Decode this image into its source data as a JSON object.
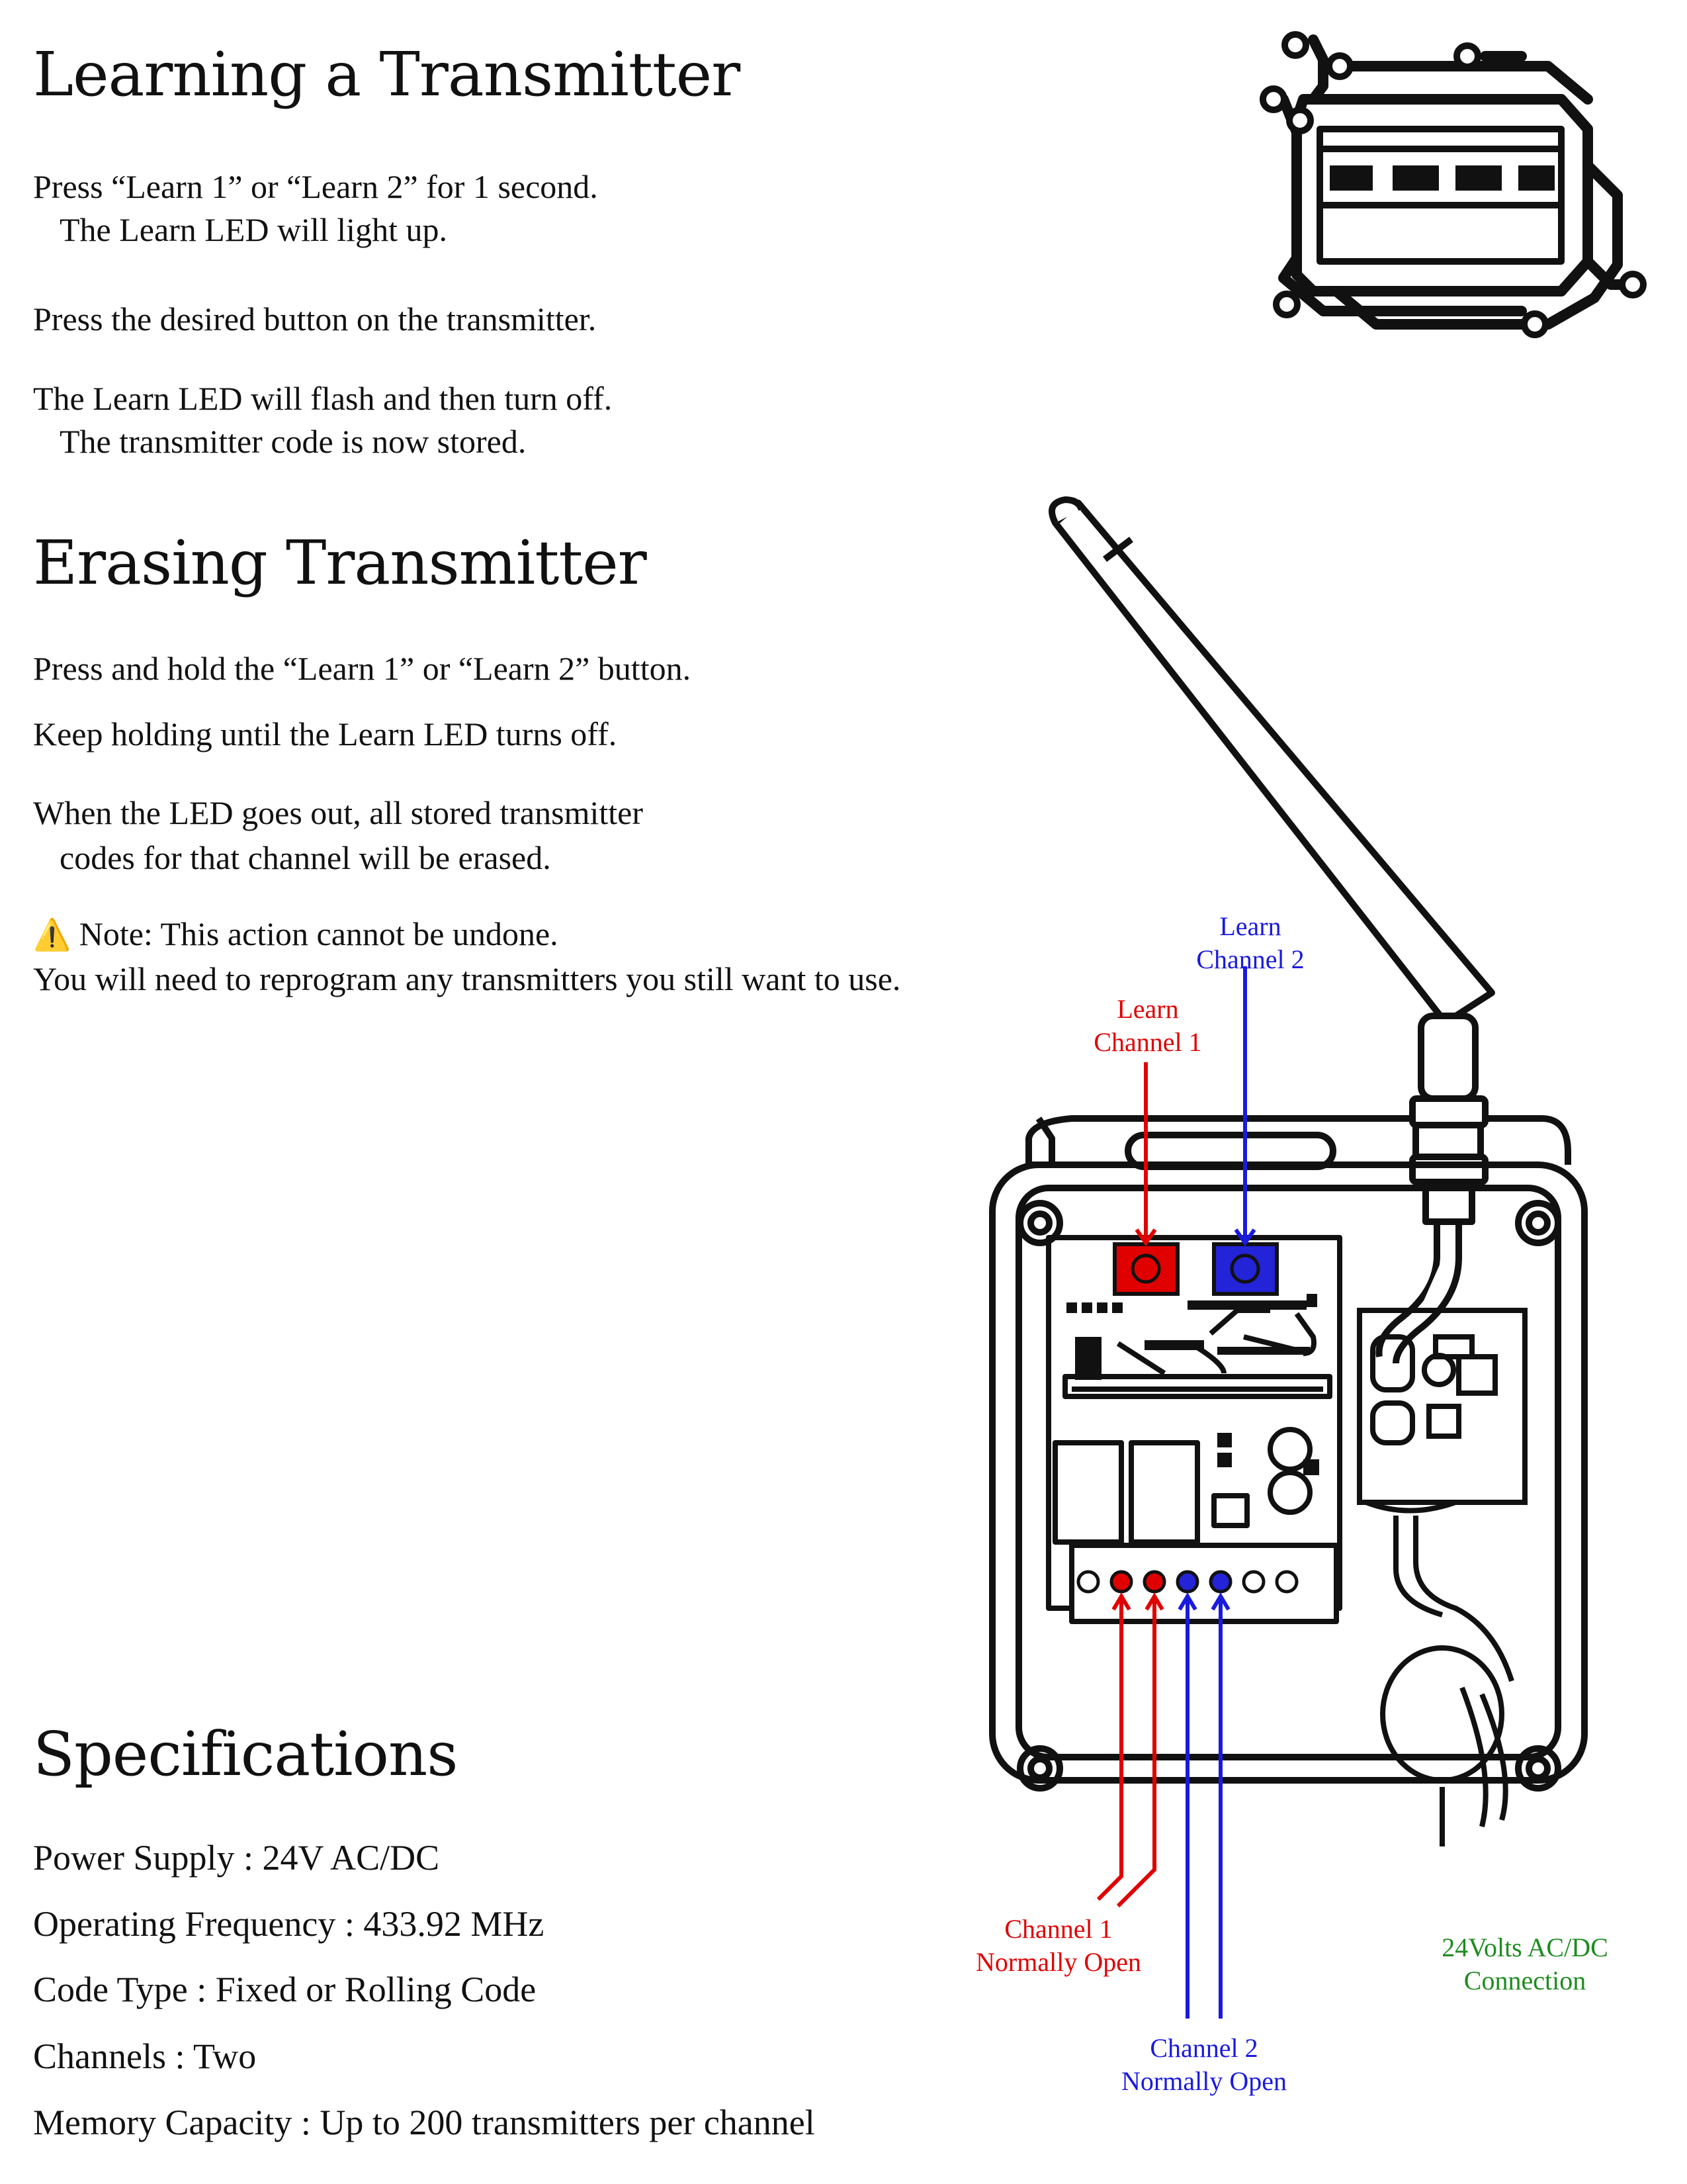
{
  "learning": {
    "title": "Learning a Transmitter",
    "step1_line1": "Press “Learn 1” or “Learn 2” for 1 second.",
    "step1_line2": "The Learn LED will light up.",
    "step2": "Press the desired button on the transmitter.",
    "step3_line1": "The Learn LED will flash and then turn off.",
    "step3_line2": "The transmitter code is now stored."
  },
  "erasing": {
    "title": "Erasing Transmitter",
    "step1": "Press and hold the “Learn 1” or “Learn 2” button.",
    "step2": "Keep holding until the Learn LED turns off.",
    "step3_line1": "When the LED goes out, all stored transmitter",
    "step3_line2": "codes for that channel will be erased.",
    "note_icon": "⚠️",
    "note_line1": "Note: This action cannot be undone.",
    "note_line2": "You will need to reprogram any transmitters you still want to use."
  },
  "specifications": {
    "title": "Specifications",
    "items": [
      {
        "label": "Power Supply",
        "value": "24V AC/DC"
      },
      {
        "label": "Operating Frequency",
        "value": "433.92 MHz"
      },
      {
        "label": "Code Type",
        "value": "Fixed or Rolling Code"
      },
      {
        "label": "Channels",
        "value": "Two"
      },
      {
        "label": "Memory Capacity",
        "value": "Up to 200 transmitters per channel"
      }
    ],
    "separator": " : "
  },
  "diagram": {
    "learn_ch2_line1": "Learn",
    "learn_ch2_line2": "Channel 2",
    "learn_ch1_line1": "Learn",
    "learn_ch1_line2": "Channel 1",
    "ch1_no_line1": "Channel 1",
    "ch1_no_line2": "Normally Open",
    "ch2_no_line1": "Channel 2",
    "ch2_no_line2": "Normally Open",
    "power_line1": "24Volts AC/DC",
    "power_line2": "Connection",
    "colors": {
      "channel1": "#e00000",
      "channel2": "#1a1adf",
      "power": "#1e8c1e",
      "outline": "#111111"
    },
    "icon": "circuit-board-icon"
  }
}
